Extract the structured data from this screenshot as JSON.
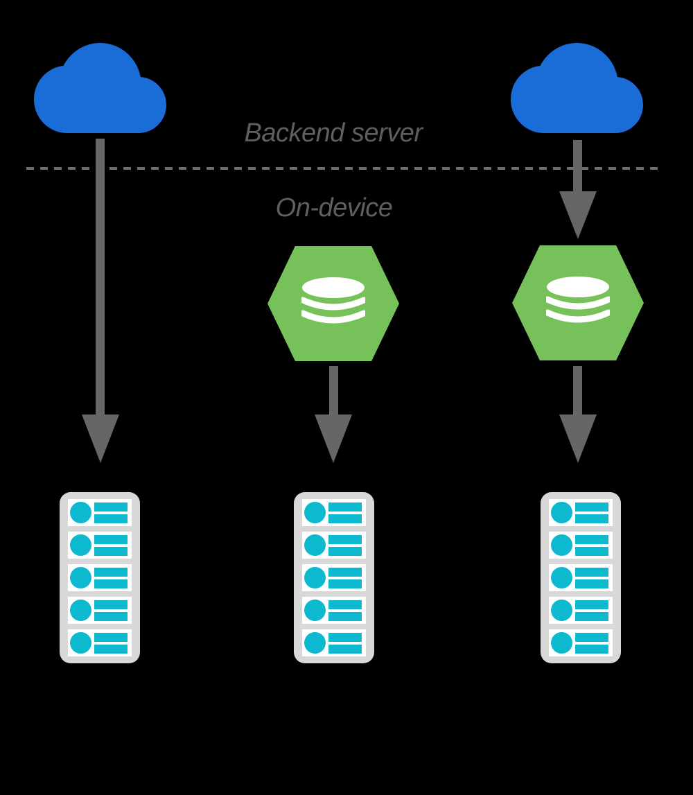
{
  "diagram": {
    "labels": {
      "backend_server": "Backend server",
      "on_device": "On-device"
    },
    "colors": {
      "background": "#000000",
      "cloud_blue": "#1a6cd6",
      "hexagon_green": "#77c15a",
      "arrow_gray": "#666666",
      "divider_gray": "#6e6e6e",
      "label_gray": "#5f5f5f",
      "device_gray": "#d8d8d8",
      "item_teal": "#0cb9ce",
      "white": "#ffffff"
    },
    "devices": {
      "rows_per_list": 5,
      "bars_per_row": 2
    },
    "icons": [
      "cloud-icon",
      "database-hexagon-icon",
      "arrow-down-icon",
      "device-list-icon"
    ],
    "flows": [
      {
        "column": "left",
        "nodes": [
          "cloud",
          "device-list"
        ]
      },
      {
        "column": "middle",
        "nodes": [
          "on-device-database",
          "device-list"
        ]
      },
      {
        "column": "right",
        "nodes": [
          "cloud",
          "on-device-database",
          "device-list"
        ]
      }
    ]
  }
}
